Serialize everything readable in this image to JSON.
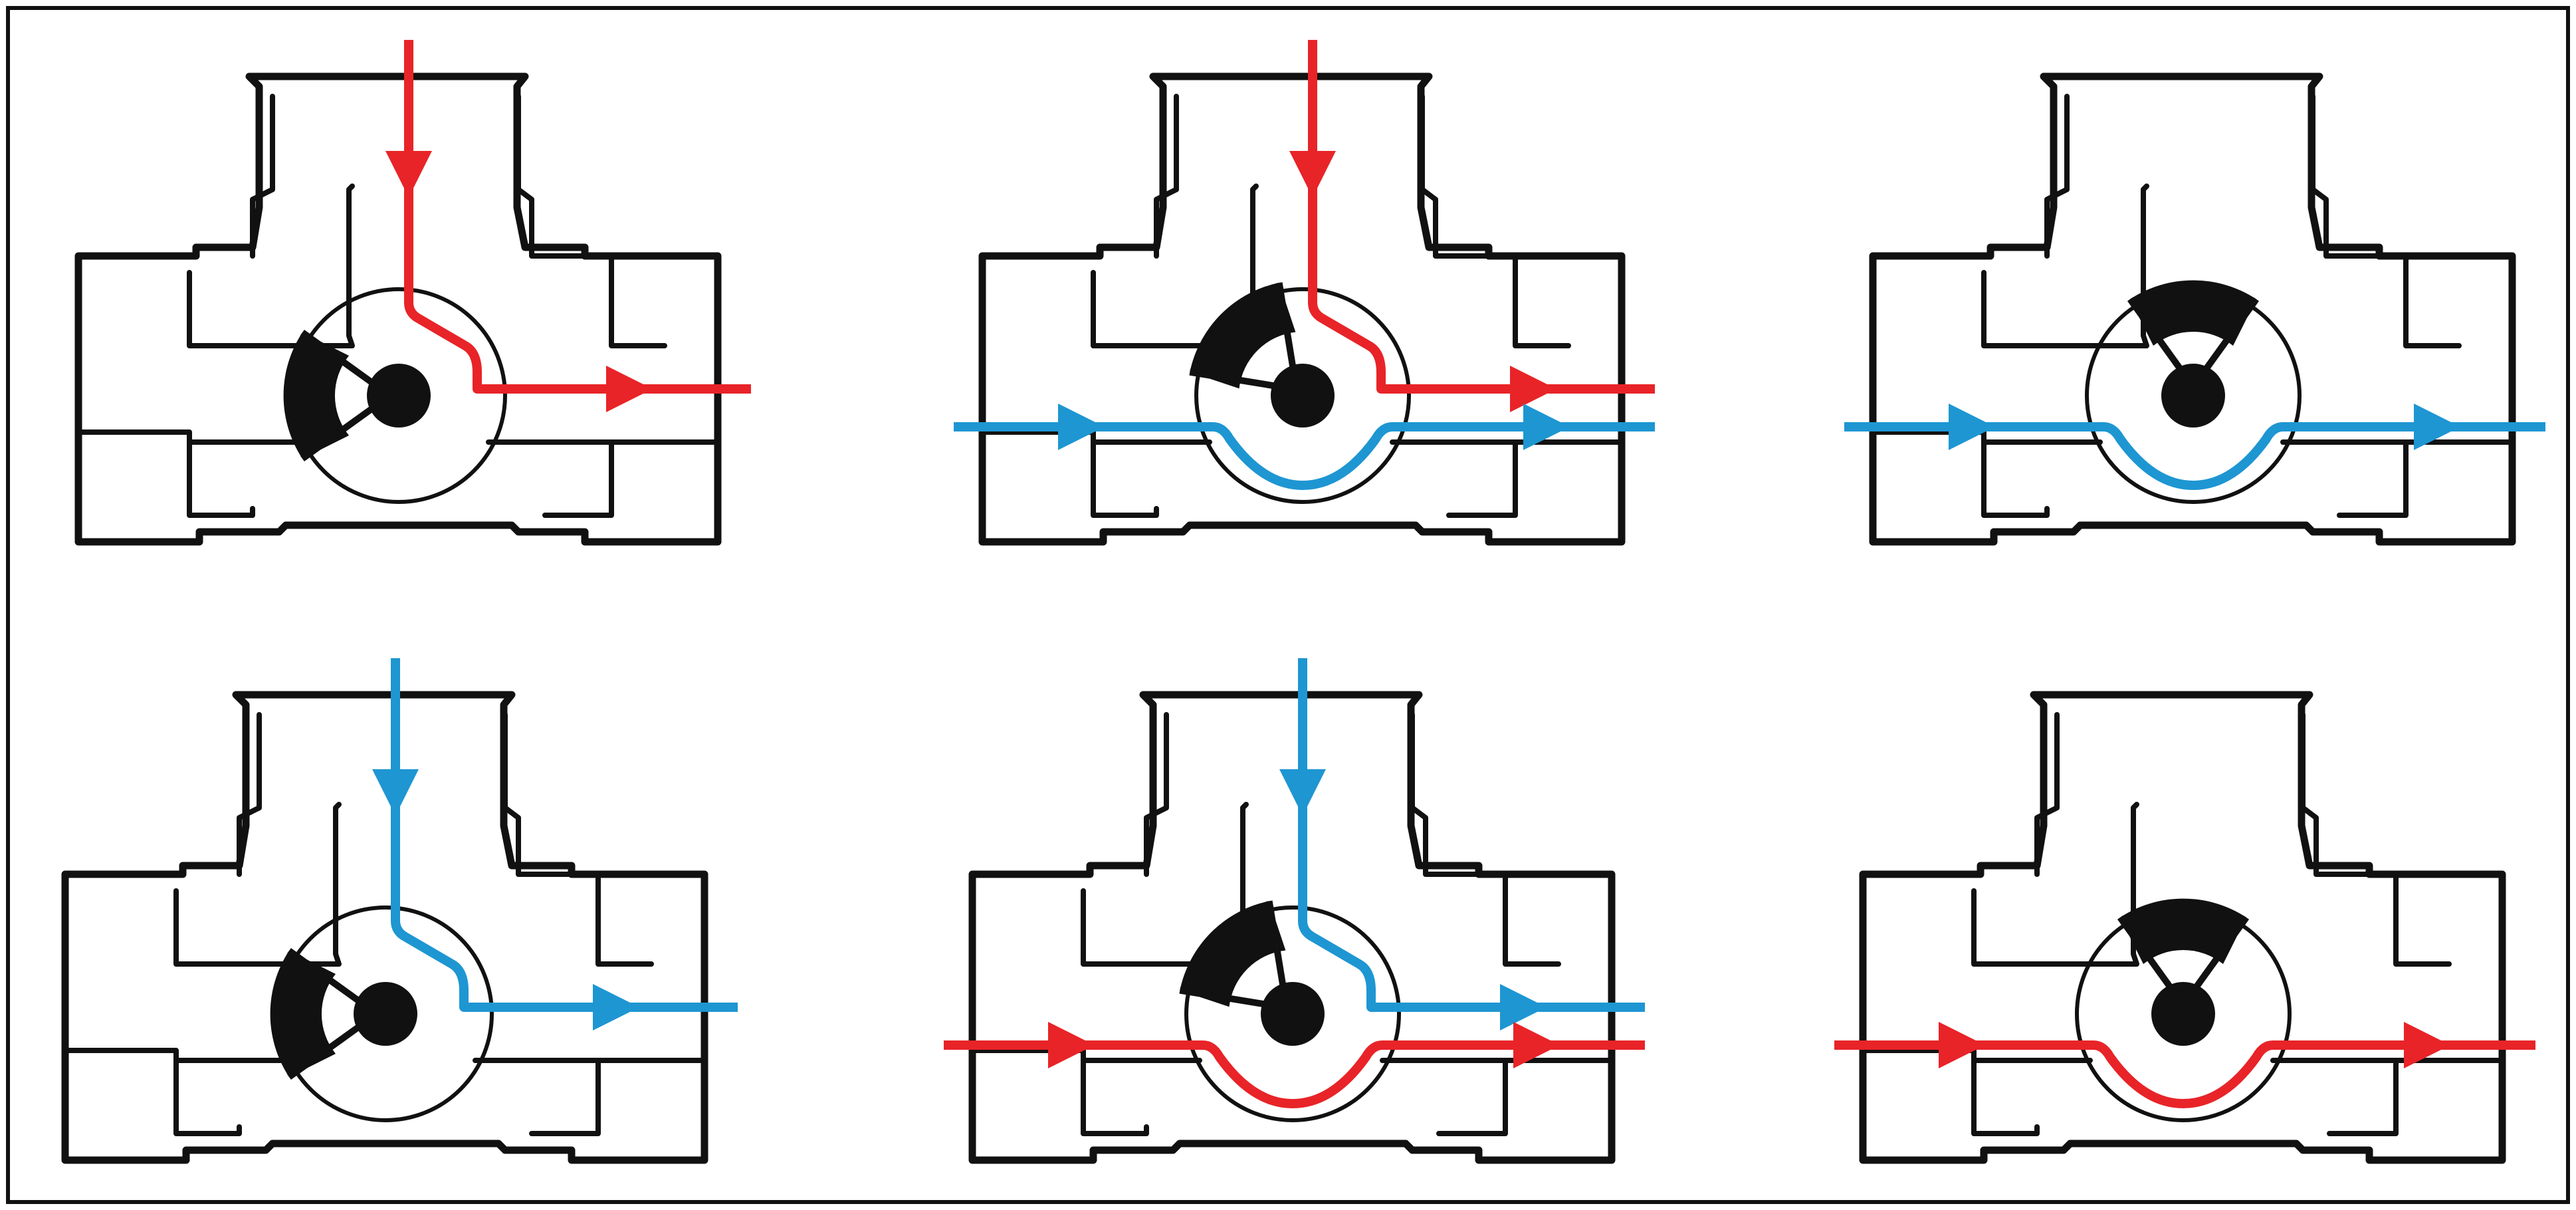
{
  "colors": {
    "outline": "#111111",
    "hot_flow": "#e82428",
    "cold_flow": "#1e96d2",
    "background": "#ffffff"
  },
  "valves": [
    {
      "id": "top-left",
      "row": 0,
      "col": 0,
      "wedge": "left",
      "flows": [
        {
          "color": "hot_flow",
          "route": "top-to-right"
        }
      ]
    },
    {
      "id": "top-middle",
      "row": 0,
      "col": 1,
      "wedge": "top-left",
      "flows": [
        {
          "color": "hot_flow",
          "route": "top-to-right"
        },
        {
          "color": "cold_flow",
          "route": "left-to-right-under"
        }
      ]
    },
    {
      "id": "top-right",
      "row": 0,
      "col": 2,
      "wedge": "top",
      "flows": [
        {
          "color": "cold_flow",
          "route": "left-to-right-under"
        }
      ]
    },
    {
      "id": "bottom-left",
      "row": 1,
      "col": 0,
      "wedge": "left",
      "flows": [
        {
          "color": "cold_flow",
          "route": "top-to-right"
        }
      ]
    },
    {
      "id": "bottom-middle",
      "row": 1,
      "col": 1,
      "wedge": "top-left",
      "flows": [
        {
          "color": "cold_flow",
          "route": "top-to-right"
        },
        {
          "color": "hot_flow",
          "route": "left-to-right-under"
        }
      ]
    },
    {
      "id": "bottom-right",
      "row": 1,
      "col": 2,
      "wedge": "top",
      "flows": [
        {
          "color": "hot_flow",
          "route": "left-to-right-under"
        }
      ]
    }
  ]
}
